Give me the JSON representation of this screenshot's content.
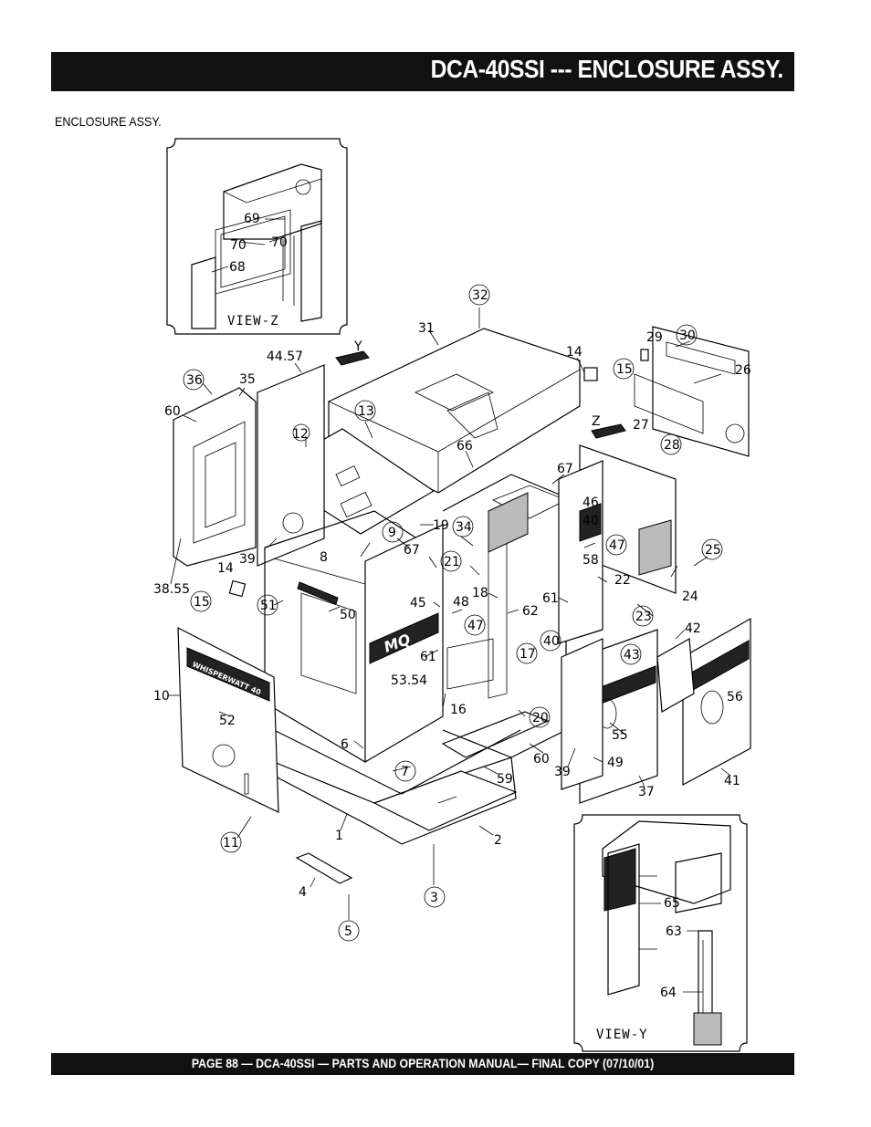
{
  "header": {
    "title": "DCA-40SSI --- ENCLOSURE ASSY."
  },
  "section": {
    "label": "ENCLOSURE ASSY."
  },
  "footer": {
    "text": "PAGE 88 — DCA-40SSI — PARTS AND OPERATION  MANUAL— FINAL COPY  (07/10/01)"
  },
  "views": {
    "z": "VIEW-Z",
    "y": "VIEW-Y"
  },
  "view_z_labels": [
    "69",
    "70",
    "70",
    "68"
  ],
  "view_y_labels": [
    "65",
    "63",
    "64"
  ],
  "main_labels": [
    "32",
    "31",
    "14",
    "15",
    "29",
    "30",
    "26",
    "27",
    "28",
    "44.57",
    "36",
    "35",
    "60",
    "12",
    "13",
    "66",
    "67",
    "Z",
    "Y",
    "46",
    "40",
    "58",
    "47",
    "25",
    "24",
    "22",
    "39",
    "38.55",
    "9",
    "19",
    "34",
    "21",
    "18",
    "14",
    "15",
    "51",
    "50",
    "8",
    "67",
    "45",
    "48",
    "47",
    "62",
    "61",
    "23",
    "42",
    "43",
    "40",
    "17",
    "56",
    "10",
    "52",
    "53.54",
    "61",
    "16",
    "20",
    "60",
    "39",
    "55",
    "49",
    "37",
    "41",
    "6",
    "7",
    "59",
    "11",
    "1",
    "2",
    "4",
    "3",
    "5"
  ],
  "decal": {
    "brand": "WHISPERWATT 40",
    "logo": "MQ"
  }
}
